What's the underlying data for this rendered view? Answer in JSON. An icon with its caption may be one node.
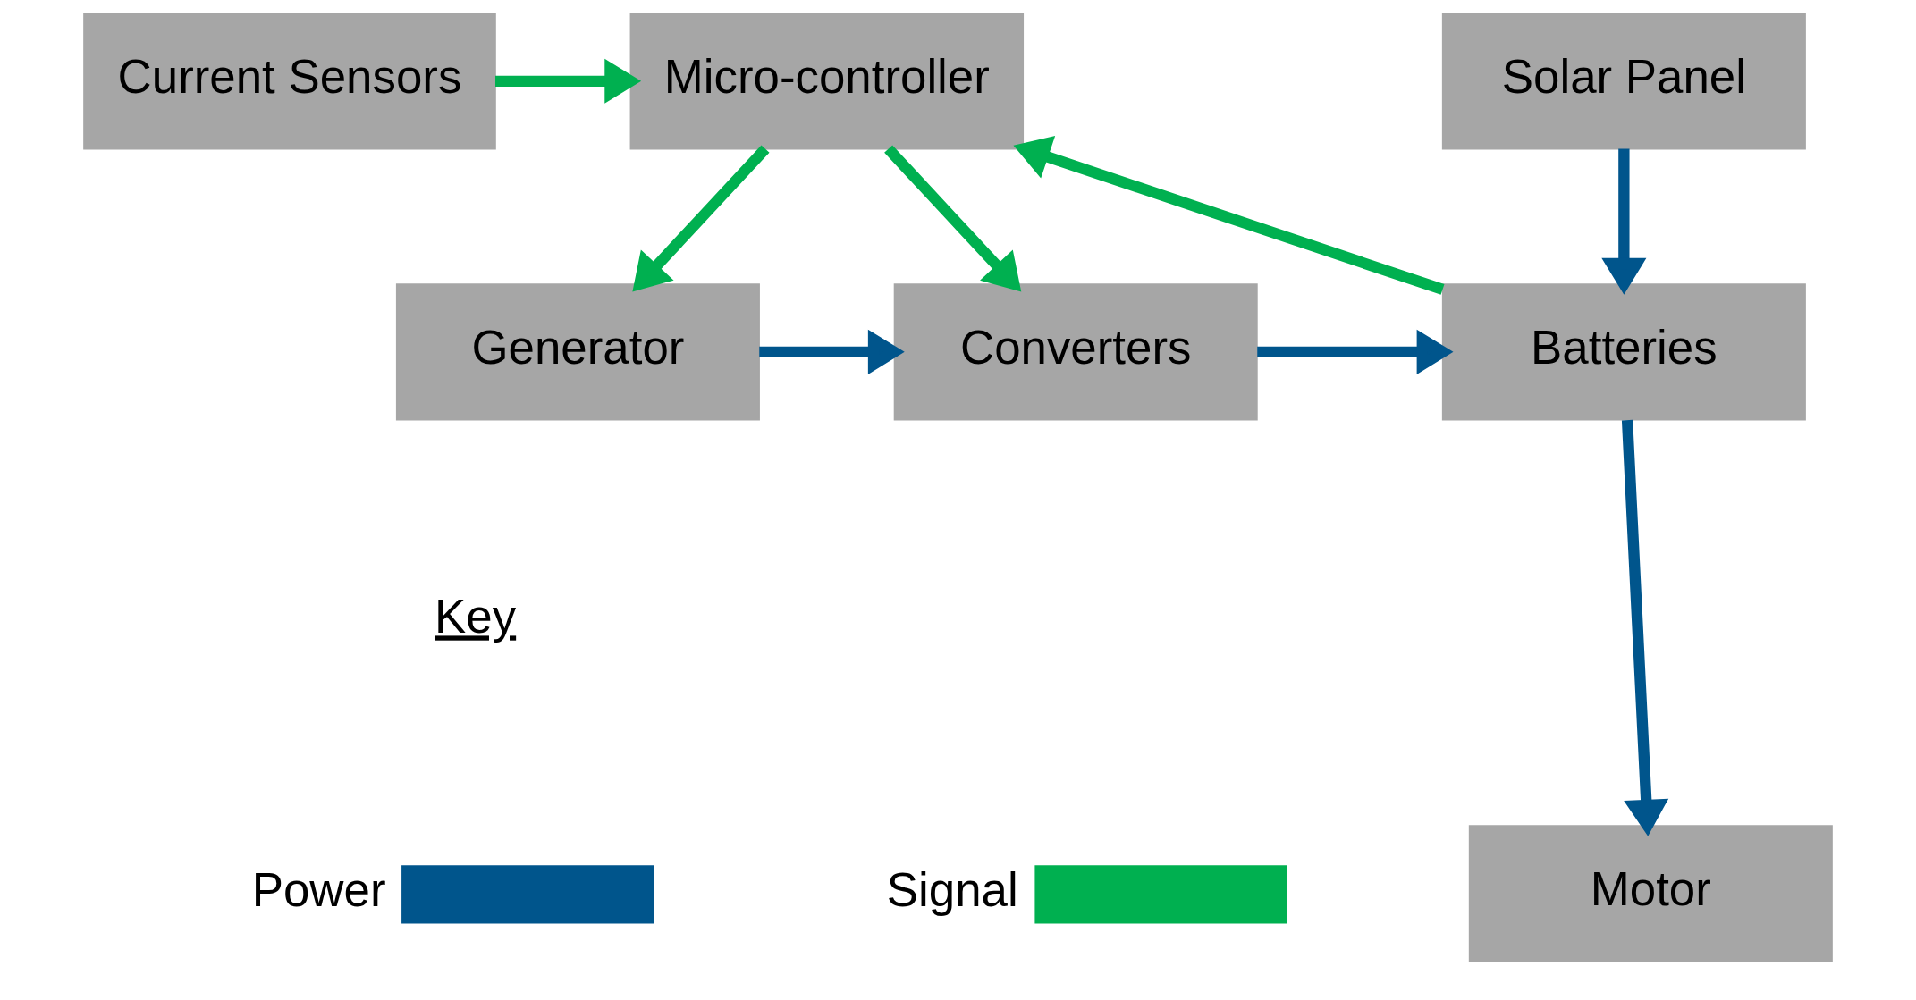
{
  "diagram": {
    "nodes": [
      {
        "text": [
          "Current Sensors"
        ]
      },
      {
        "text": [
          "Micro-controller"
        ]
      },
      {
        "text": [
          "Solar Panel"
        ]
      },
      {
        "text": [
          "Generator"
        ]
      },
      {
        "text": [
          "Converters"
        ]
      },
      {
        "text": [
          "Batteries"
        ]
      },
      {
        "text": [
          "Motor"
        ]
      }
    ],
    "edges": [
      {
        "from": 0,
        "to": 1,
        "arrow": "to",
        "color": "#00b050"
      },
      {
        "from": 1,
        "to": 3,
        "arrow": "to",
        "color": "#00b050"
      },
      {
        "from": 1,
        "to": 4,
        "arrow": "to",
        "color": "#00b050"
      },
      {
        "from": 5,
        "to": 1,
        "arrow": "to",
        "color": "#00b050"
      },
      {
        "from": 2,
        "to": 5,
        "arrow": "to",
        "color": "#00558c"
      },
      {
        "from": 3,
        "to": 4,
        "arrow": "to",
        "color": "#00558c"
      },
      {
        "from": 4,
        "to": 5,
        "arrow": "to",
        "color": "#00558c"
      },
      {
        "from": 5,
        "to": 6,
        "arrow": "to",
        "color": "#00558c"
      }
    ],
    "labels": [
      "Key"
    ],
    "legend": [
      {
        "text": "Power"
      },
      {
        "text": "Signal"
      }
    ]
  }
}
